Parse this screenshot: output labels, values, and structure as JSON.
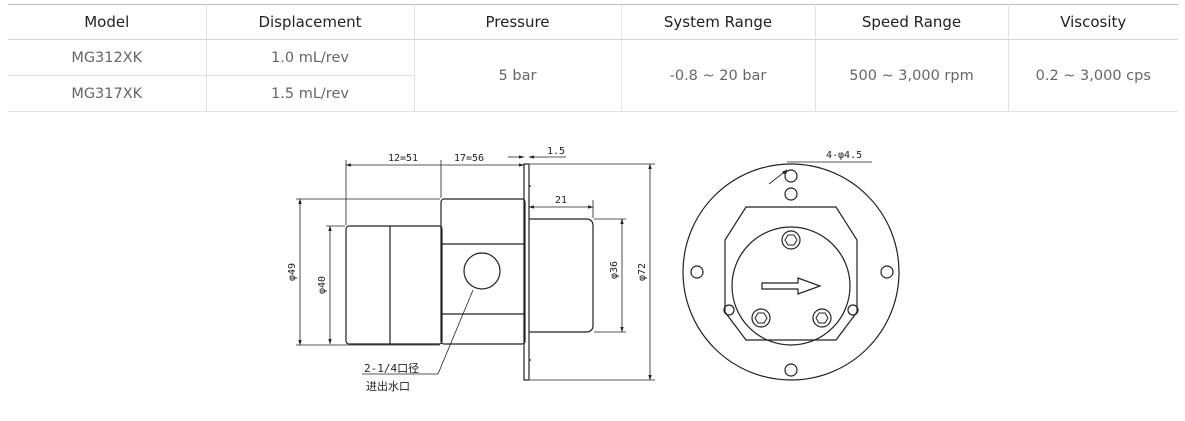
{
  "table": {
    "headers": [
      "Model",
      "Displacement",
      "Pressure",
      "System Range",
      "Speed Range",
      "Viscosity"
    ],
    "rows": [
      {
        "model": "MG312XK",
        "displacement": "1.0 mL/rev"
      },
      {
        "model": "MG317XK",
        "displacement": "1.5 mL/rev"
      }
    ],
    "shared": {
      "pressure": "5 bar",
      "system_range": "-0.8 ~ 20 bar",
      "speed_range": "500 ~ 3,000 rpm",
      "viscosity": "0.2 ~ 3,000 cps"
    }
  },
  "drawing": {
    "dim_12": "12=51",
    "dim_17": "17=56",
    "dim_flange": "1.5",
    "dim_21": "21",
    "dim_49": "φ49",
    "dim_40": "φ40",
    "dim_36": "φ36",
    "dim_72": "φ72",
    "dim_holes": "4-φ4.5",
    "port_size": "2-1/4口径",
    "port_desc": "进出水口"
  }
}
